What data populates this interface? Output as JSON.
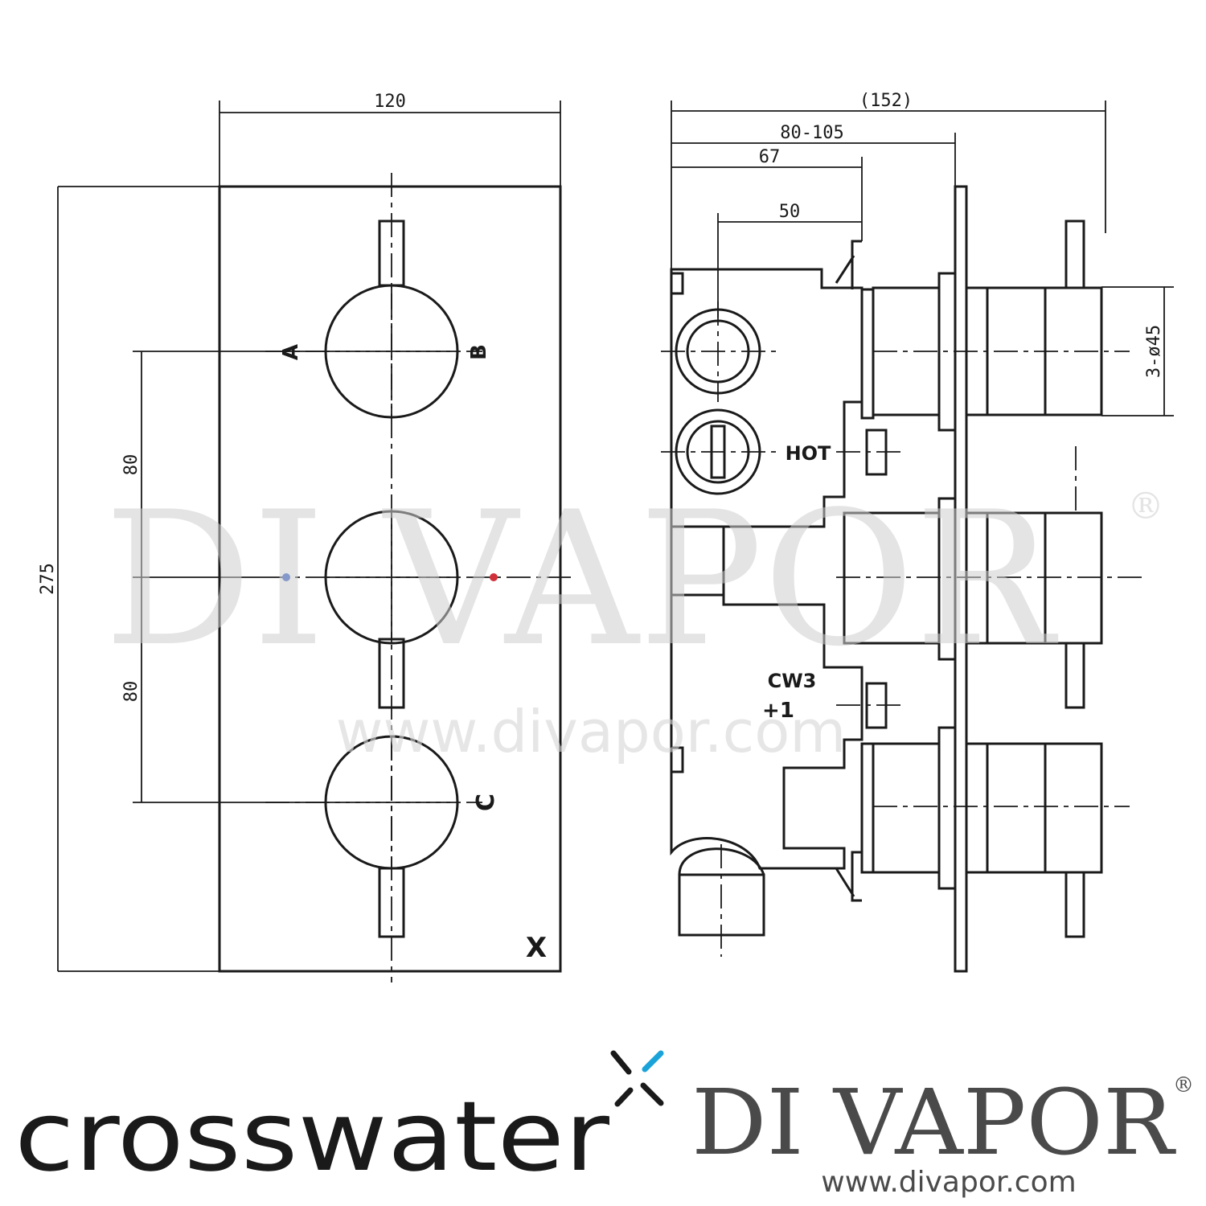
{
  "front_view": {
    "width_dim": "120",
    "height_dim": "275",
    "spacing_top": "80",
    "spacing_bottom": "80",
    "marker_top_left": "A",
    "marker_top_right": "B",
    "marker_bottom_right": "C",
    "marker_corner": "X",
    "colors": {
      "cold_dot": "#2a56c6",
      "hot_dot": "#d0303a"
    }
  },
  "side_view": {
    "overall_dim": "(152)",
    "adjust_dim": "80-105",
    "body_dim": "67",
    "valve_dim": "50",
    "diameter_dim": "3-ø45",
    "hot_label": "HOT",
    "cw3_label": "CW3",
    "plus_label": "+1"
  },
  "watermark": {
    "name": "DI VAPOR",
    "url": "www.divapor.com",
    "reg": "®"
  },
  "footer": {
    "crosswater_logo": "crosswater",
    "divapor_logo": "DI VAPOR",
    "divapor_reg": "®",
    "divapor_url": "www.divapor.com",
    "colors": {
      "crosswater_accent": "#1aa3d9",
      "text": "#1a1a1a",
      "divapor": "#4a4a4a"
    }
  }
}
